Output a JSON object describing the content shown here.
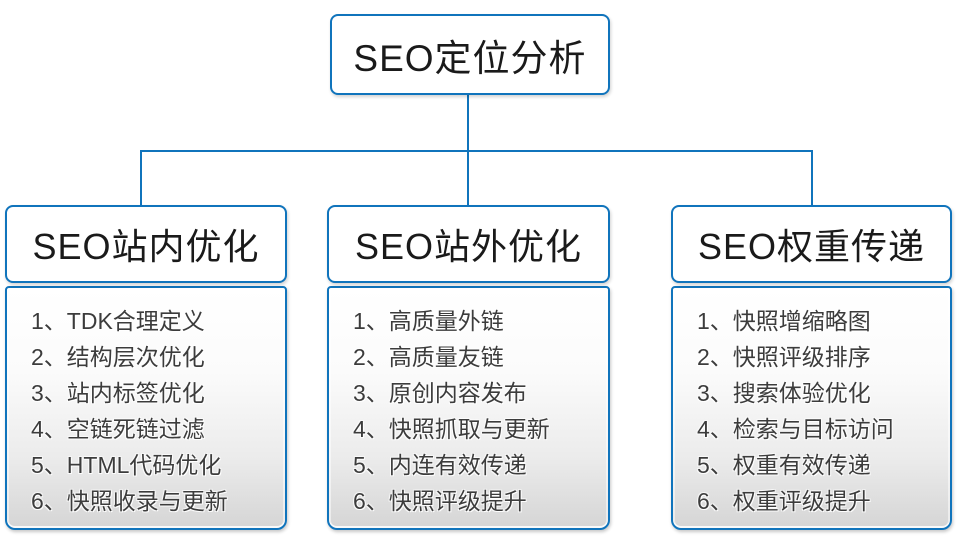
{
  "diagram": {
    "type": "tree",
    "root": {
      "title": "SEO定位分析"
    },
    "columns": [
      {
        "title": "SEO站内优化",
        "items": [
          "1、TDK合理定义",
          "2、结构层次优化",
          "3、站内标签优化",
          "4、空链死链过滤",
          "5、HTML代码优化",
          "6、快照收录与更新"
        ]
      },
      {
        "title": "SEO站外优化",
        "items": [
          "1、高质量外链",
          "2、高质量友链",
          "3、原创内容发布",
          "4、快照抓取与更新",
          "5、内连有效传递",
          "6、快照评级提升"
        ]
      },
      {
        "title": "SEO权重传递",
        "items": [
          "1、快照增缩略图",
          "2、快照评级排序",
          "3、搜索体验优化",
          "4、检索与目标访问",
          "5、权重有效传递",
          "6、权重评级提升"
        ]
      }
    ],
    "colors": {
      "line_and_border": "#1074bc",
      "box_background": "#ffffff",
      "list_gradient_top": "#ffffff",
      "list_gradient_bottom": "#d5d5d5",
      "text": "#1a1a1a",
      "list_text": "#3c3c3c"
    }
  }
}
